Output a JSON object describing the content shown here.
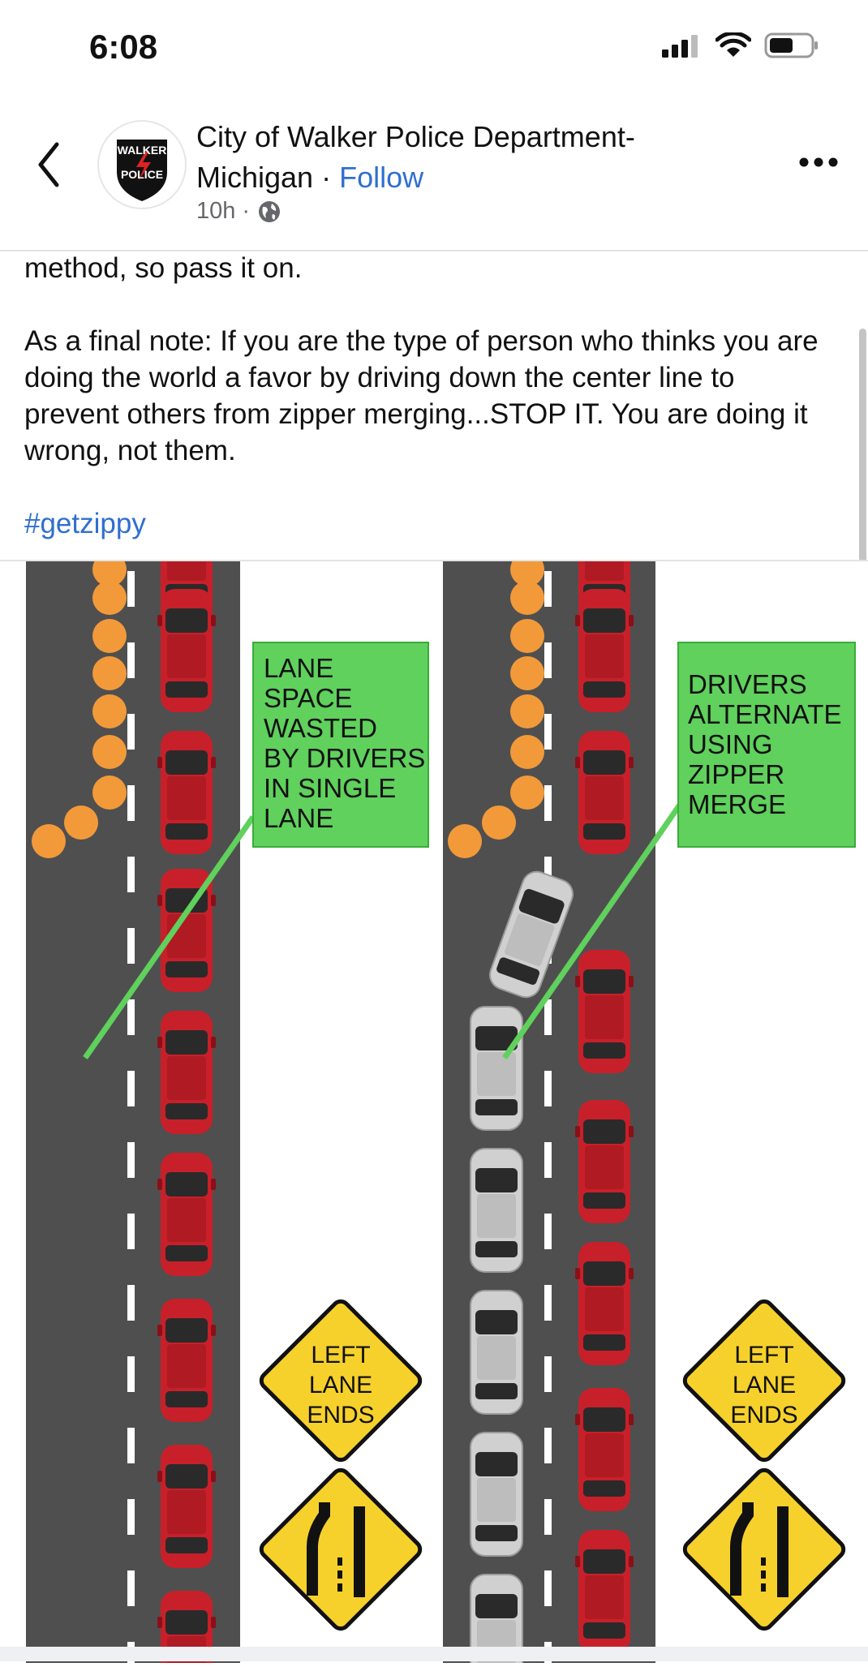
{
  "status": {
    "time": "6:08"
  },
  "header": {
    "page_name": "City of Walker Police Department-Michigan",
    "separator": " · ",
    "follow_label": "Follow",
    "time_ago": "10h",
    "meta_separator": "·",
    "logo_top": "WALKER",
    "logo_bottom": "POLICE"
  },
  "post": {
    "line1": "method, so pass it on.",
    "paragraph2": "As a final note: If you are the type of person who thinks you are doing the world a favor by driving down the center line to prevent others from zipper merging...STOP IT.  You are doing it wrong, not them.",
    "hashtag": "#getzippy"
  },
  "infographic": {
    "left_callout": [
      "LANE",
      "SPACE",
      "WASTED",
      "BY DRIVERS",
      "IN SINGLE",
      "LANE"
    ],
    "right_callout": [
      "DRIVERS",
      "ALTERNATE",
      "USING",
      "ZIPPER",
      "MERGE"
    ],
    "sign_lines": [
      "LEFT",
      "LANE",
      "ENDS"
    ],
    "colors": {
      "road": "#4f4f4f",
      "red_car": "#c8202a",
      "white_car": "#d0d0d0",
      "cone": "#f29a3a",
      "callout": "#5fd15c",
      "sign": "#f7d12b"
    }
  }
}
